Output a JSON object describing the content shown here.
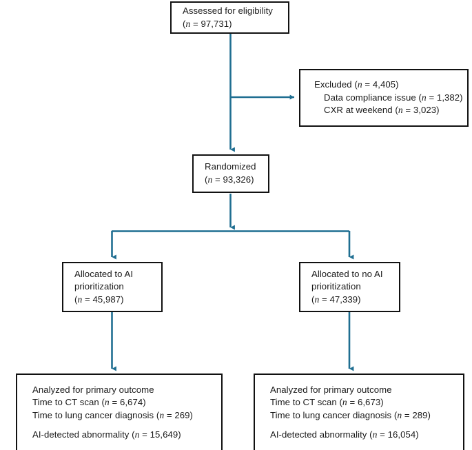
{
  "figure": {
    "type": "consort-flow-diagram",
    "colors": {
      "connector": "#1f6e91",
      "box_border": "#111111",
      "text": "#1a1a1a",
      "background": "#ffffff"
    }
  },
  "nodes": {
    "assessed": {
      "name": "assessed-for-eligibility",
      "lines": [
        {
          "text": "Assessed for eligibility"
        },
        {
          "prefix": "(",
          "italic": "n",
          "suffix": " = 97,731)"
        }
      ],
      "n": "97,731"
    },
    "excluded": {
      "name": "excluded",
      "lines": [
        {
          "prefix": "Excluded (",
          "italic": "n",
          "suffix": " = 4,405)"
        },
        {
          "prefix": "Data compliance issue (",
          "italic": "n",
          "suffix": " = 1,382)",
          "indent": true
        },
        {
          "prefix": "CXR at weekend (",
          "italic": "n",
          "suffix": " = 3,023)",
          "indent": true
        }
      ],
      "n": "4,405",
      "reasons": [
        {
          "label": "Data compliance issue",
          "n": "1,382"
        },
        {
          "label": "CXR at weekend",
          "n": "3,023"
        }
      ]
    },
    "randomized": {
      "name": "randomized",
      "lines": [
        {
          "text": "Randomized"
        },
        {
          "prefix": "(",
          "italic": "n",
          "suffix": " = 93,326)"
        }
      ],
      "n": "93,326"
    },
    "allocated_ai": {
      "name": "allocated-to-ai-prioritization",
      "lines": [
        {
          "text": "Allocated to AI"
        },
        {
          "text": "prioritization"
        },
        {
          "prefix": "(",
          "italic": "n",
          "suffix": " = 45,987)"
        }
      ],
      "n": "45,987"
    },
    "allocated_no_ai": {
      "name": "allocated-to-no-ai-prioritization",
      "lines": [
        {
          "text": "Allocated to no AI"
        },
        {
          "text": "prioritization"
        },
        {
          "prefix": "(",
          "italic": "n",
          "suffix": " = 47,339)"
        }
      ],
      "n": "47,339"
    },
    "analysis_ai": {
      "name": "analyzed-for-primary-outcome-ai",
      "lines": [
        {
          "text": "Analyzed for primary outcome"
        },
        {
          "prefix": "Time to CT scan (",
          "italic": "n",
          "suffix": " = 6,674)"
        },
        {
          "prefix": "Time to lung cancer diagnosis (",
          "italic": "n",
          "suffix": " = 269)"
        },
        {
          "prefix": "AI-detected abnormality (",
          "italic": "n",
          "suffix": " = 15,649)",
          "gap": true
        }
      ],
      "outcomes": [
        {
          "label": "Time to CT scan",
          "n": "6,674"
        },
        {
          "label": "Time to lung cancer diagnosis",
          "n": "269"
        },
        {
          "label": "AI-detected abnormality",
          "n": "15,649"
        }
      ]
    },
    "analysis_no_ai": {
      "name": "analyzed-for-primary-outcome-no-ai",
      "lines": [
        {
          "text": "Analyzed for primary outcome"
        },
        {
          "prefix": "Time to CT scan (",
          "italic": "n",
          "suffix": " = 6,673)"
        },
        {
          "prefix": "Time to lung cancer diagnosis (",
          "italic": "n",
          "suffix": " = 289)"
        },
        {
          "prefix": "AI-detected abnormality (",
          "italic": "n",
          "suffix": " = 16,054)",
          "gap": true
        }
      ],
      "outcomes": [
        {
          "label": "Time to CT scan",
          "n": "6,673"
        },
        {
          "label": "Time to lung cancer diagnosis",
          "n": "289"
        },
        {
          "label": "AI-detected abnormality",
          "n": "16,054"
        }
      ]
    }
  }
}
